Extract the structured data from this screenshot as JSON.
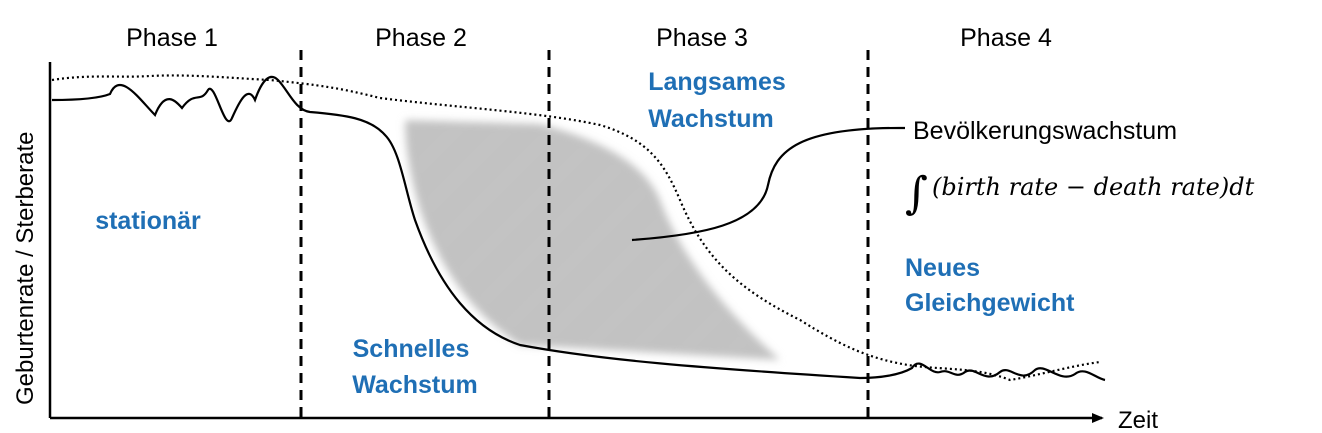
{
  "phases": [
    "Phase 1",
    "Phase 2",
    "Phase 3",
    "Phase 4"
  ],
  "stages": {
    "stationary": "stationär",
    "fast_growth_line1": "Schnelles",
    "fast_growth_line2": "Wachstum",
    "slow_growth_line1": "Langsames",
    "slow_growth_line2": "Wachstum",
    "equilibrium_line1": "Neues",
    "equilibrium_line2": "Gleichgewicht"
  },
  "axes": {
    "y_label": "Geburtenrate / Sterberate",
    "x_label": "Zeit"
  },
  "annotation": {
    "title": "Bevölkerungswachstum",
    "integral": "∫",
    "formula": "(birth rate − death rate)dt"
  },
  "colors": {
    "stage_label": "#1f6fb5",
    "lines": "#000000",
    "shaded_area": "#777777"
  }
}
